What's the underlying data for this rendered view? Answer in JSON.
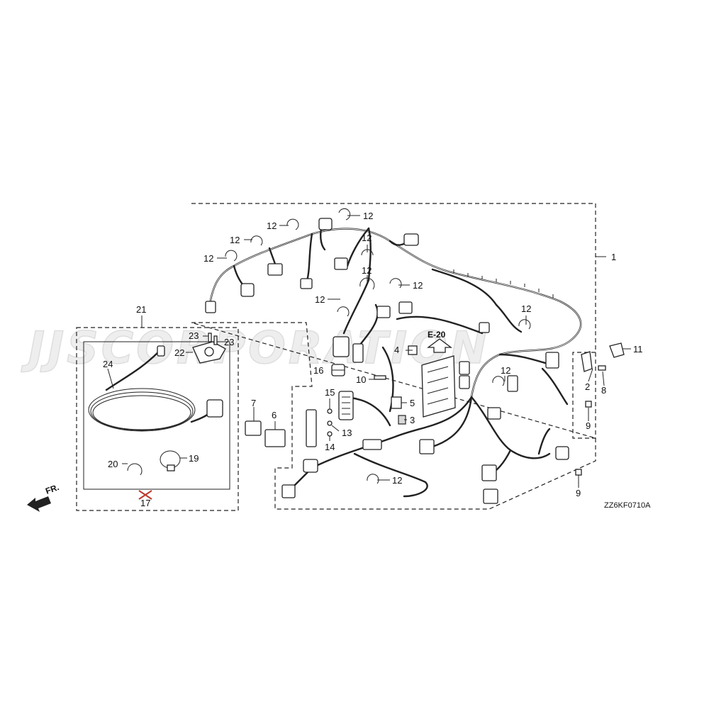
{
  "watermark": "JJSCORPORATION",
  "drawing_code": "ZZ6KF0710A",
  "front_label": "FR.",
  "ref_label": "E-20",
  "labels": {
    "p1": "1",
    "p2": "2",
    "p3": "3",
    "p4": "4",
    "p5": "5",
    "p6": "6",
    "p7": "7",
    "p8": "8",
    "p9a": "9",
    "p9b": "9",
    "p10": "10",
    "p11": "11",
    "p12a": "12",
    "p12b": "12",
    "p12c": "12",
    "p12d": "12",
    "p12e": "12",
    "p12f": "12",
    "p12g": "12",
    "p12h": "12",
    "p12i": "12",
    "p12j": "12",
    "p12k": "12",
    "p13": "13",
    "p14": "14",
    "p15": "15",
    "p16": "16",
    "p17": "17",
    "p19": "19",
    "p20": "20",
    "p21": "21",
    "p22": "22",
    "p23a": "23",
    "p23b": "23",
    "p24": "24"
  }
}
